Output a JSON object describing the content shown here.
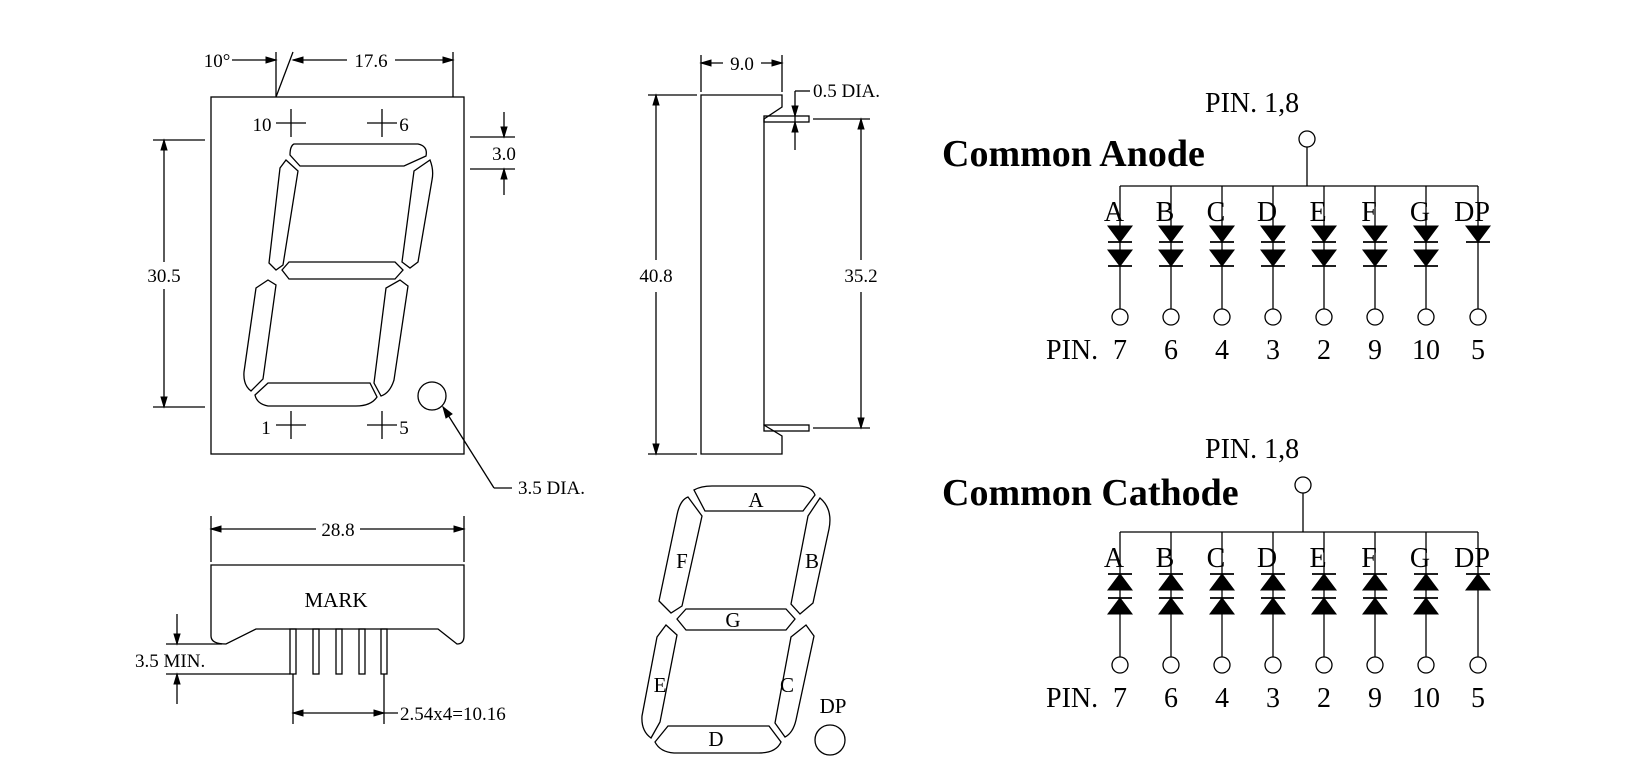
{
  "front": {
    "angle": "10°",
    "width": "17.6",
    "height": "30.5",
    "top_gap": "3.0",
    "hole_dia": "3.5 DIA.",
    "pins": {
      "tl": "10",
      "tr": "6",
      "bl": "1",
      "br": "5"
    }
  },
  "side": {
    "depth": "9.0",
    "pin_dia": "0.5 DIA.",
    "total_height": "40.8",
    "pin_span": "35.2"
  },
  "bottom": {
    "width": "28.8",
    "mark": "MARK",
    "pin_len": "3.5 MIN.",
    "pitch": "2.54x4=10.16"
  },
  "segment_view": {
    "labels": {
      "a": "A",
      "b": "B",
      "c": "C",
      "d": "D",
      "e": "E",
      "f": "F",
      "g": "G",
      "dp": "DP"
    }
  },
  "schematics": [
    {
      "title": "Common Anode",
      "common_pin": "PIN. 1,8",
      "pin_prefix": "PIN.",
      "segments": [
        "A",
        "B",
        "C",
        "D",
        "E",
        "F",
        "G",
        "DP"
      ],
      "pins": [
        "7",
        "6",
        "4",
        "3",
        "2",
        "9",
        "10",
        "5"
      ]
    },
    {
      "title": "Common Cathode",
      "common_pin": "PIN. 1,8",
      "pin_prefix": "PIN.",
      "segments": [
        "A",
        "B",
        "C",
        "D",
        "E",
        "F",
        "G",
        "DP"
      ],
      "pins": [
        "7",
        "6",
        "4",
        "3",
        "2",
        "9",
        "10",
        "5"
      ]
    }
  ]
}
